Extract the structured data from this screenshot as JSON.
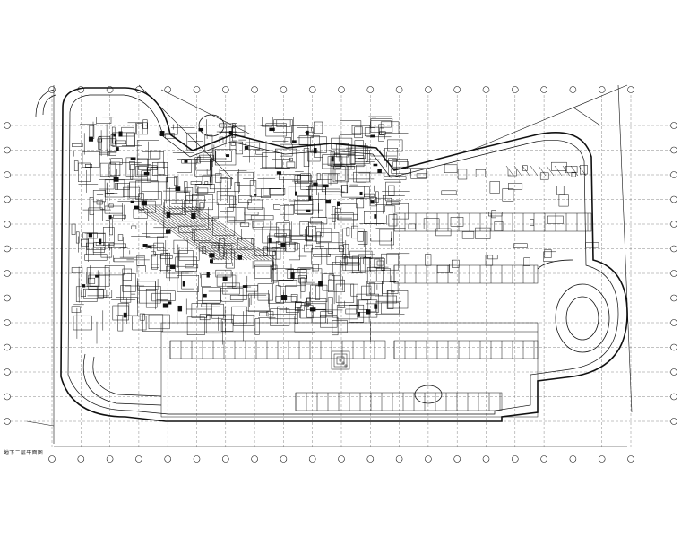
{
  "drawing": {
    "caption": "地下二层平面图",
    "line_color": "#111111",
    "background": "#ffffff"
  },
  "grid": {
    "top_markers_count": 21,
    "left_markers_count": 13
  },
  "icons": [
    "grid-axis-bubble",
    "ramp-oval",
    "parking-stall",
    "stair-core"
  ]
}
